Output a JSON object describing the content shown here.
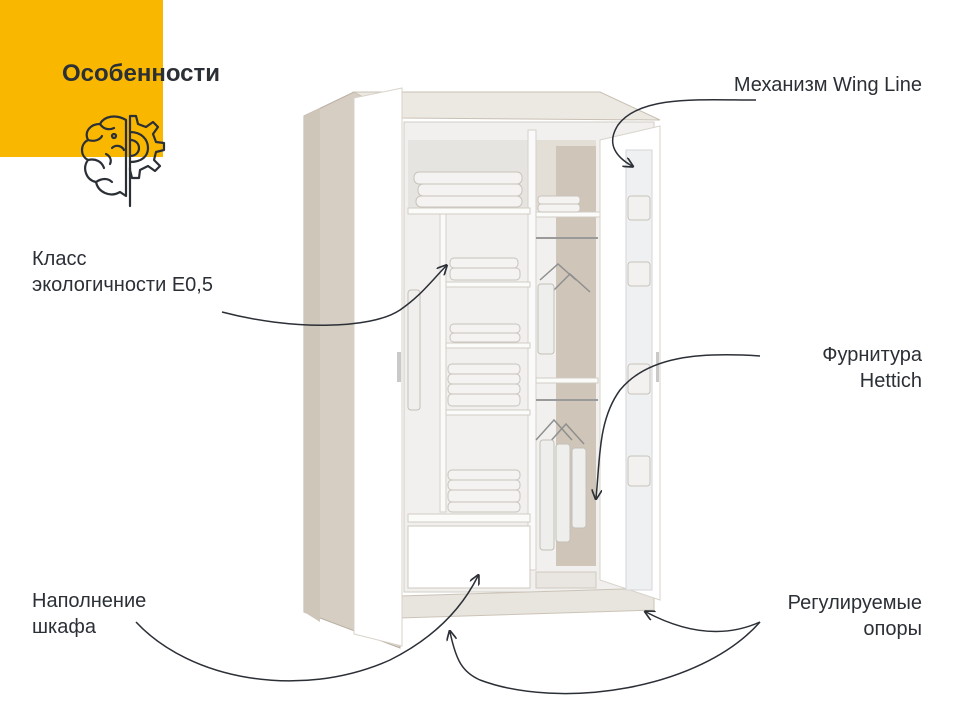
{
  "title": "Особенности",
  "icons": {
    "feature_icon": "brain-gear-icon",
    "product": "wardrobe-illustration"
  },
  "colors": {
    "accent": "#f9b700",
    "text": "#2b2f36",
    "wood": "#c9c0b4",
    "panel": "#ffffff",
    "line": "#2b2f36"
  },
  "features": [
    {
      "id": "mechanism",
      "lines": [
        "Механизм Wing Line"
      ]
    },
    {
      "id": "eco-class",
      "lines": [
        "Класс",
        "экологичности Е0,5"
      ]
    },
    {
      "id": "hardware",
      "lines": [
        "Фурнитура",
        "Hettich"
      ]
    },
    {
      "id": "filling",
      "lines": [
        "Наполнение",
        "шкафа"
      ]
    },
    {
      "id": "feet",
      "lines": [
        "Регулируемые",
        "опоры"
      ]
    }
  ]
}
